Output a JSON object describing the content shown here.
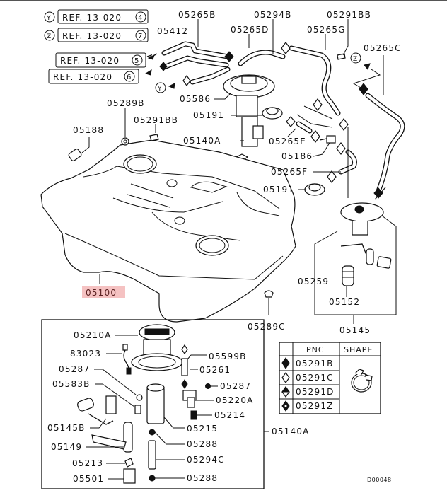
{
  "diagram": {
    "title": "Fuel tank parts diagram",
    "figure_id": "D00048",
    "highlight_color": "#f5c2c2",
    "ref_labels": [
      {
        "marker": "Y",
        "text": "REF. 13-020",
        "num": "4"
      },
      {
        "marker": "Z",
        "text": "REF. 13-020",
        "num": "7"
      },
      {
        "marker": "",
        "text": "REF. 13-020",
        "num": "5"
      },
      {
        "marker": "",
        "text": "REF. 13-020",
        "num": "6"
      }
    ],
    "connector_markers": {
      "y": "Y",
      "z": "Z"
    },
    "top_labels": {
      "p05265B": "05265B",
      "p05294B": "05294B",
      "p05291BB_top": "05291BB",
      "p05412": "05412",
      "p05265D": "05265D",
      "p05265G": "05265G",
      "p05265C": "05265C",
      "p05586": "05586",
      "p05191_a": "05191",
      "p05140A_top": "05140A",
      "p05265E": "05265E",
      "p05186": "05186",
      "p05265F": "05265F",
      "p05191_b": "05191",
      "p05289B": "05289B",
      "p05291BB_left": "05291BB",
      "p05188": "05188"
    },
    "tank_labels": {
      "p05100": "05100",
      "p05289C": "05289C",
      "p05259": "05259",
      "p05152": "05152",
      "p05145": "05145"
    },
    "pump_labels": {
      "p05210A": "05210A",
      "p83023": "83023",
      "p05287_left": "05287",
      "p05583B": "05583B",
      "p05145B": "05145B",
      "p05149": "05149",
      "p05213": "05213",
      "p05501": "05501",
      "p05599B": "05599B",
      "p05261": "05261",
      "p05287_right": "05287",
      "p05220A": "05220A",
      "p05214": "05214",
      "p05215": "05215",
      "p05288_a": "05288",
      "p05294C": "05294C",
      "p05288_b": "05288",
      "p05140A_box": "05140A"
    },
    "clip_table": {
      "headers": {
        "pnc": "PNC",
        "shape": "SHAPE"
      },
      "rows": [
        {
          "symbol": "filled-diamond",
          "pnc": "05291B"
        },
        {
          "symbol": "hollow-diamond",
          "pnc": "05291C"
        },
        {
          "symbol": "split-diamond",
          "pnc": "05291D"
        },
        {
          "symbol": "dotted-diamond",
          "pnc": "05291Z"
        }
      ],
      "shape_icon": "hose-clamp-icon"
    }
  }
}
